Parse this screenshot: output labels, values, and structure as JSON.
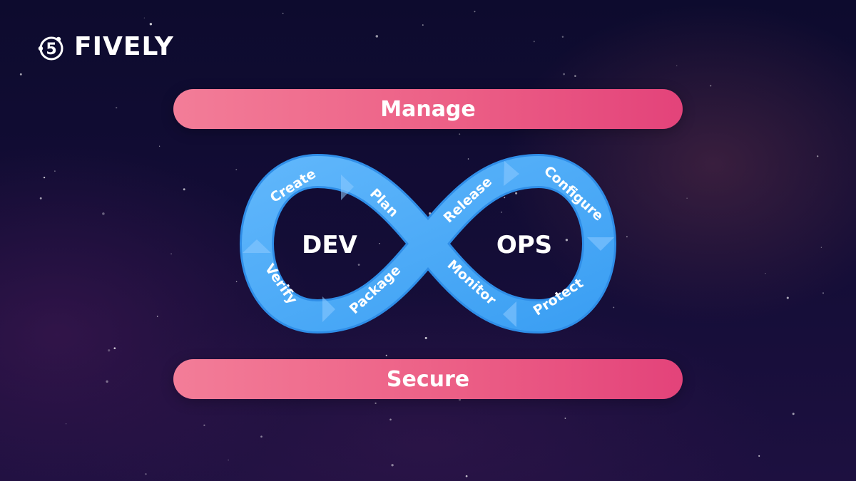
{
  "brand": {
    "name": "FIVELY",
    "logo_icon": "fively-5-orbit-logo",
    "logo_mark_text": "5"
  },
  "bars": {
    "top_label": "Manage",
    "bottom_label": "Secure"
  },
  "loop": {
    "left_label": "DEV",
    "right_label": "OPS",
    "steps": [
      "Create",
      "Plan",
      "Release",
      "Configure",
      "Protect",
      "Monitor",
      "Package",
      "Verify"
    ]
  },
  "colors": {
    "background_top": "#0d0b2e",
    "background_bottom": "#1d1040",
    "loop_blue": "#3b9ff3",
    "loop_blue_light": "#5fb6fb",
    "bar_pink_start": "#f37d98",
    "bar_pink_end": "#e3437a",
    "text": "#ffffff"
  }
}
